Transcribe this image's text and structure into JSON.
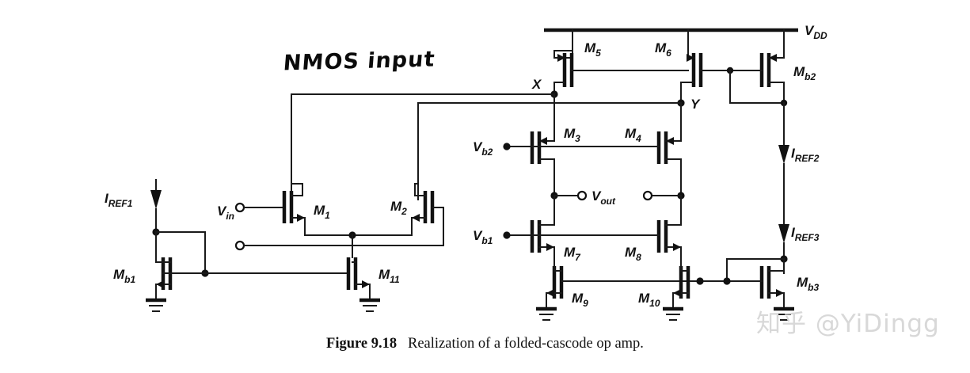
{
  "figure": {
    "caption_label": "Figure 9.18",
    "caption_text": "Realization of a folded-cascode op amp.",
    "annotation": "NMOS input",
    "watermark": "知乎 @YiDingg"
  },
  "supply": {
    "vdd": "V",
    "vdd_sub": "DD"
  },
  "nodes": {
    "x": "X",
    "y": "Y"
  },
  "ports": {
    "vin": "V",
    "vin_sub": "in",
    "vout": "V",
    "vout_sub": "out",
    "vb1": "V",
    "vb1_sub": "b1",
    "vb2": "V",
    "vb2_sub": "b2"
  },
  "currents": [
    {
      "name": "I",
      "sub": "REF1"
    },
    {
      "name": "I",
      "sub": "REF2"
    },
    {
      "name": "I",
      "sub": "REF3"
    }
  ],
  "transistors": [
    {
      "id": "M1",
      "name": "M",
      "sub": "1",
      "type": "nmos"
    },
    {
      "id": "M2",
      "name": "M",
      "sub": "2",
      "type": "nmos"
    },
    {
      "id": "M3",
      "name": "M",
      "sub": "3",
      "type": "pmos"
    },
    {
      "id": "M4",
      "name": "M",
      "sub": "4",
      "type": "pmos"
    },
    {
      "id": "M5",
      "name": "M",
      "sub": "5",
      "type": "pmos"
    },
    {
      "id": "M6",
      "name": "M",
      "sub": "6",
      "type": "pmos"
    },
    {
      "id": "M7",
      "name": "M",
      "sub": "7",
      "type": "nmos"
    },
    {
      "id": "M8",
      "name": "M",
      "sub": "8",
      "type": "nmos"
    },
    {
      "id": "M9",
      "name": "M",
      "sub": "9",
      "type": "nmos"
    },
    {
      "id": "M10",
      "name": "M",
      "sub": "10",
      "type": "nmos"
    },
    {
      "id": "M11",
      "name": "M",
      "sub": "11",
      "type": "nmos"
    },
    {
      "id": "Mb1",
      "name": "M",
      "sub": "b1",
      "type": "nmos"
    },
    {
      "id": "Mb2",
      "name": "M",
      "sub": "b2",
      "type": "pmos"
    },
    {
      "id": "Mb3",
      "name": "M",
      "sub": "b3",
      "type": "nmos"
    }
  ],
  "colors": {
    "ink": "#1a1a1a",
    "background": "#ffffff",
    "watermark": "#d8d8d8"
  }
}
